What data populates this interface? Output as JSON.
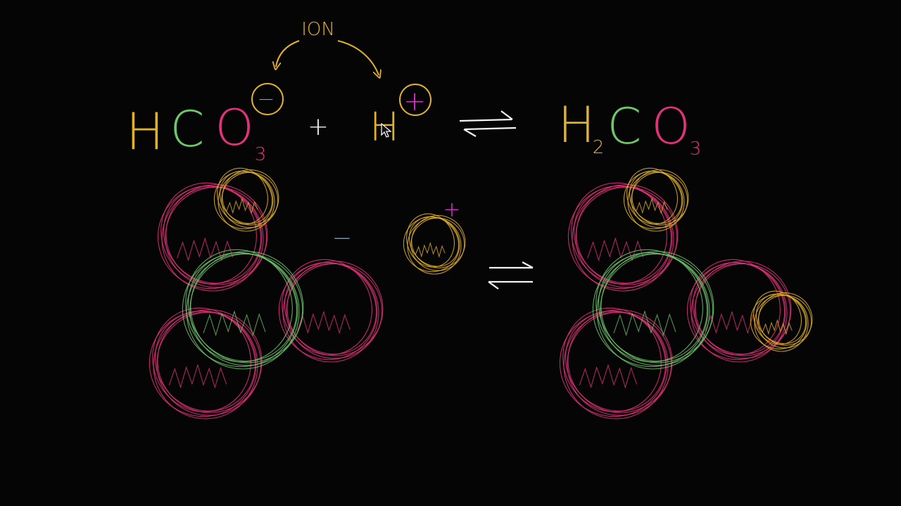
{
  "colors": {
    "background": "#050505",
    "hydrogen": "#e2b12a",
    "carbon": "#6fc56a",
    "oxygen": "#e2337a",
    "charge_negative": "#6f9ce0",
    "charge_positive": "#d92fd0",
    "white": "#f2f2f2"
  },
  "annotation": {
    "label": "ION"
  },
  "equation": {
    "left_species_1": {
      "symbols": [
        "H",
        "C",
        "O"
      ],
      "subscript": "3",
      "charge": "−"
    },
    "plus": "+",
    "left_species_2": {
      "symbol": "H",
      "charge": "+"
    },
    "right_species": {
      "symbols": [
        "H",
        "C",
        "O"
      ],
      "subscripts": [
        "2",
        "3"
      ]
    }
  },
  "models": {
    "bicarbonate_charge": "−",
    "proton_charge": "+"
  },
  "icons": {
    "cursor": "mouse-pointer-icon",
    "equilibrium": "equilibrium-arrows-icon",
    "curved_arrow": "curved-arrow-icon"
  }
}
